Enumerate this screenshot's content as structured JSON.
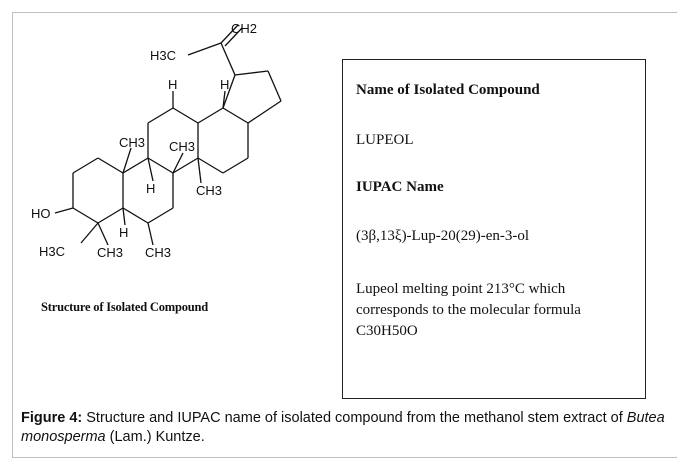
{
  "structure": {
    "atoms": {
      "ch2": "CH2",
      "h3c_top": "H3C",
      "h_a": "H",
      "h_b": "H",
      "h_c": "H",
      "h_d": "H",
      "ch3_a": "CH3",
      "ch3_b": "CH3",
      "ch3_c": "CH3",
      "ho": "HO",
      "h3c_bottom": "H3C",
      "ch3_d": "CH3",
      "ch3_e": "CH3"
    },
    "label": "Structure of Isolated Compound"
  },
  "infobox": {
    "name_heading": "Name of Isolated Compound",
    "name_value": "LUPEOL",
    "iupac_heading": "IUPAC Name",
    "iupac_value": "(3β,13ξ)-Lup-20(29)-en-3-ol",
    "description_line1": "Lupeol melting point 213°C which",
    "description_line2": "corresponds to the molecular formula",
    "formula": "C30H50O"
  },
  "caption": {
    "label": "Figure 4:",
    "text_before_species": " Structure and IUPAC name of isolated compound from the methanol stem extract of ",
    "species": "Butea monosperma",
    "text_after_species": " (Lam.) Kuntze."
  }
}
